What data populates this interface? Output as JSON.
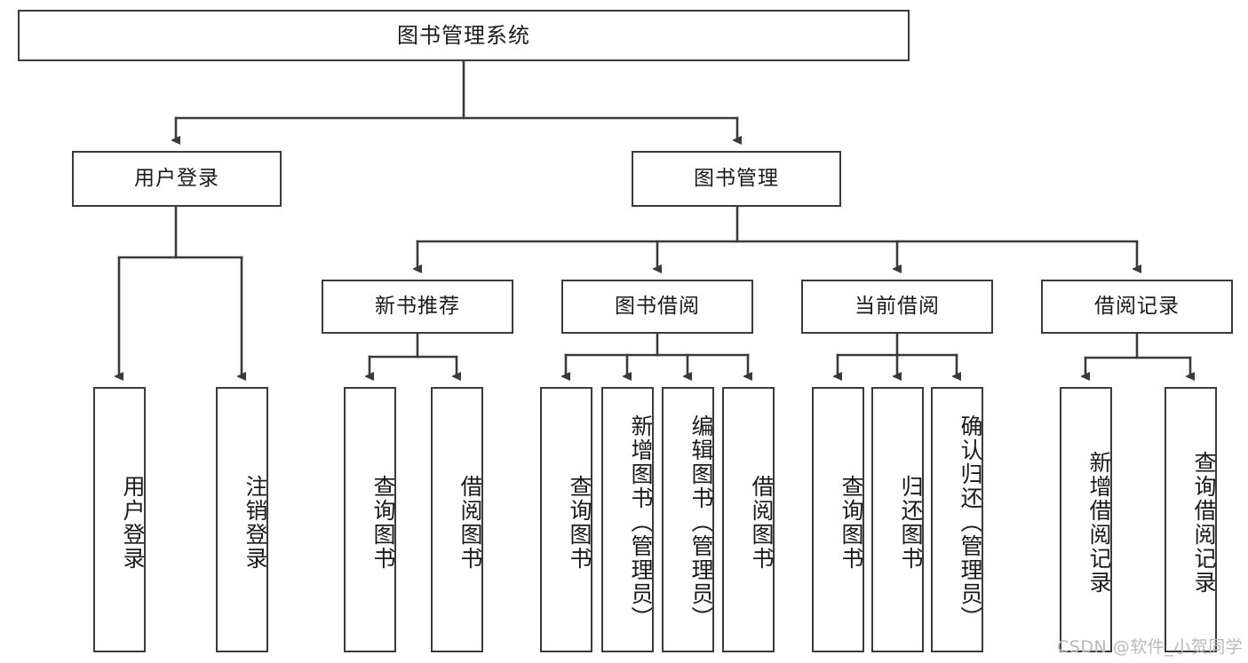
{
  "diagram": {
    "title": "图书管理系统",
    "type": "tree",
    "style": {
      "box_border_color": "#3a3a3a",
      "box_fill_color": "#ffffff",
      "edge_color": "#3a3a3a",
      "text_color": "#1a1a1a",
      "background_color": "#ffffff",
      "watermark_color": "#b9b9b9"
    },
    "root": {
      "label": "图书管理系统"
    },
    "level1": [
      {
        "label": "用户登录"
      },
      {
        "label": "图书管理"
      }
    ],
    "level2": [
      {
        "label": "新书推荐"
      },
      {
        "label": "图书借阅"
      },
      {
        "label": "当前借阅"
      },
      {
        "label": "借阅记录"
      }
    ],
    "leaves": {
      "user_login": [
        {
          "label": "用户登录"
        },
        {
          "label": "注销登录"
        }
      ],
      "new_book_recommend": [
        {
          "label": "查询图书"
        },
        {
          "label": "借阅图书"
        }
      ],
      "book_borrow": [
        {
          "label": "查询图书"
        },
        {
          "label": "新增图书（管理员）"
        },
        {
          "label": "编辑图书（管理员）"
        },
        {
          "label": "借阅图书"
        }
      ],
      "current_borrow": [
        {
          "label": "查询图书"
        },
        {
          "label": "归还图书"
        },
        {
          "label": "确认归还（管理员）"
        }
      ],
      "borrow_record": [
        {
          "label": "新增借阅记录"
        },
        {
          "label": "查询借阅记录"
        }
      ]
    }
  },
  "watermark": {
    "text": "CSDN @软件_小贺同学"
  }
}
